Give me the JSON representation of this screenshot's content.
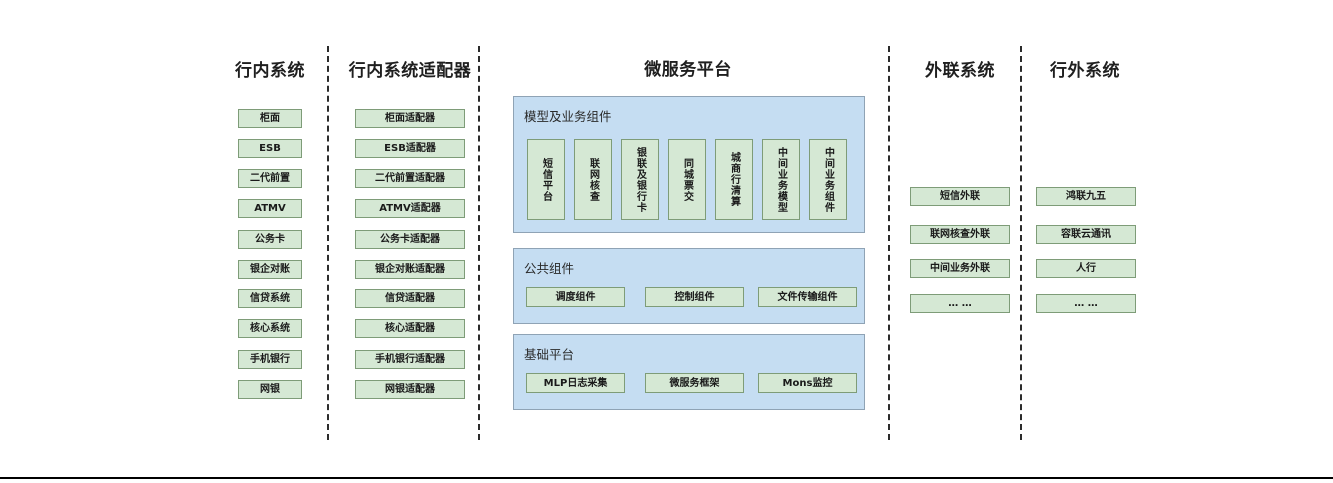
{
  "columns": [
    {
      "id": "inner-systems",
      "title": "行内系统",
      "items": [
        "柜面",
        "ESB",
        "二代前置",
        "ATMV",
        "公务卡",
        "银企对账",
        "信贷系统",
        "核心系统",
        "手机银行",
        "网银"
      ]
    },
    {
      "id": "inner-system-adapters",
      "title": "行内系统适配器",
      "items": [
        "柜面适配器",
        "ESB适配器",
        "二代前置适配器",
        "ATMV适配器",
        "公务卡适配器",
        "银企对账适配器",
        "信贷适配器",
        "核心适配器",
        "手机银行适配器",
        "网银适配器"
      ]
    },
    {
      "id": "microservice-platform",
      "title": "微服务平台"
    },
    {
      "id": "external-link-systems",
      "title": "外联系统",
      "items": [
        "短信外联",
        "联网核查外联",
        "中间业务外联",
        "… …"
      ]
    },
    {
      "id": "outside-bank-systems",
      "title": "行外系统",
      "items": [
        "鸿联九五",
        "容联云通讯",
        "人行",
        "… …"
      ]
    }
  ],
  "platform": {
    "panels": [
      {
        "id": "model-business-components",
        "title": "模型及业务组件",
        "orientation": "vertical",
        "items": [
          "短信平台",
          "联网核查",
          "银联及银行卡",
          "同城票交",
          "城商行清算",
          "中间业务模型",
          "中间业务组件"
        ]
      },
      {
        "id": "public-components",
        "title": "公共组件",
        "orientation": "horizontal",
        "items": [
          "调度组件",
          "控制组件",
          "文件传输组件"
        ]
      },
      {
        "id": "base-platform",
        "title": "基础平台",
        "orientation": "horizontal",
        "items": [
          "MLP日志采集",
          "微服务框架",
          "Mons监控"
        ]
      }
    ]
  },
  "colors": {
    "node_fill": "#d5e8d4",
    "node_border": "#7e9c78",
    "panel_fill": "#c5ddf2",
    "panel_border": "#8fa3b5",
    "divider": "#2b2b2b",
    "text": "#1a1a1a",
    "background": "#ffffff"
  }
}
